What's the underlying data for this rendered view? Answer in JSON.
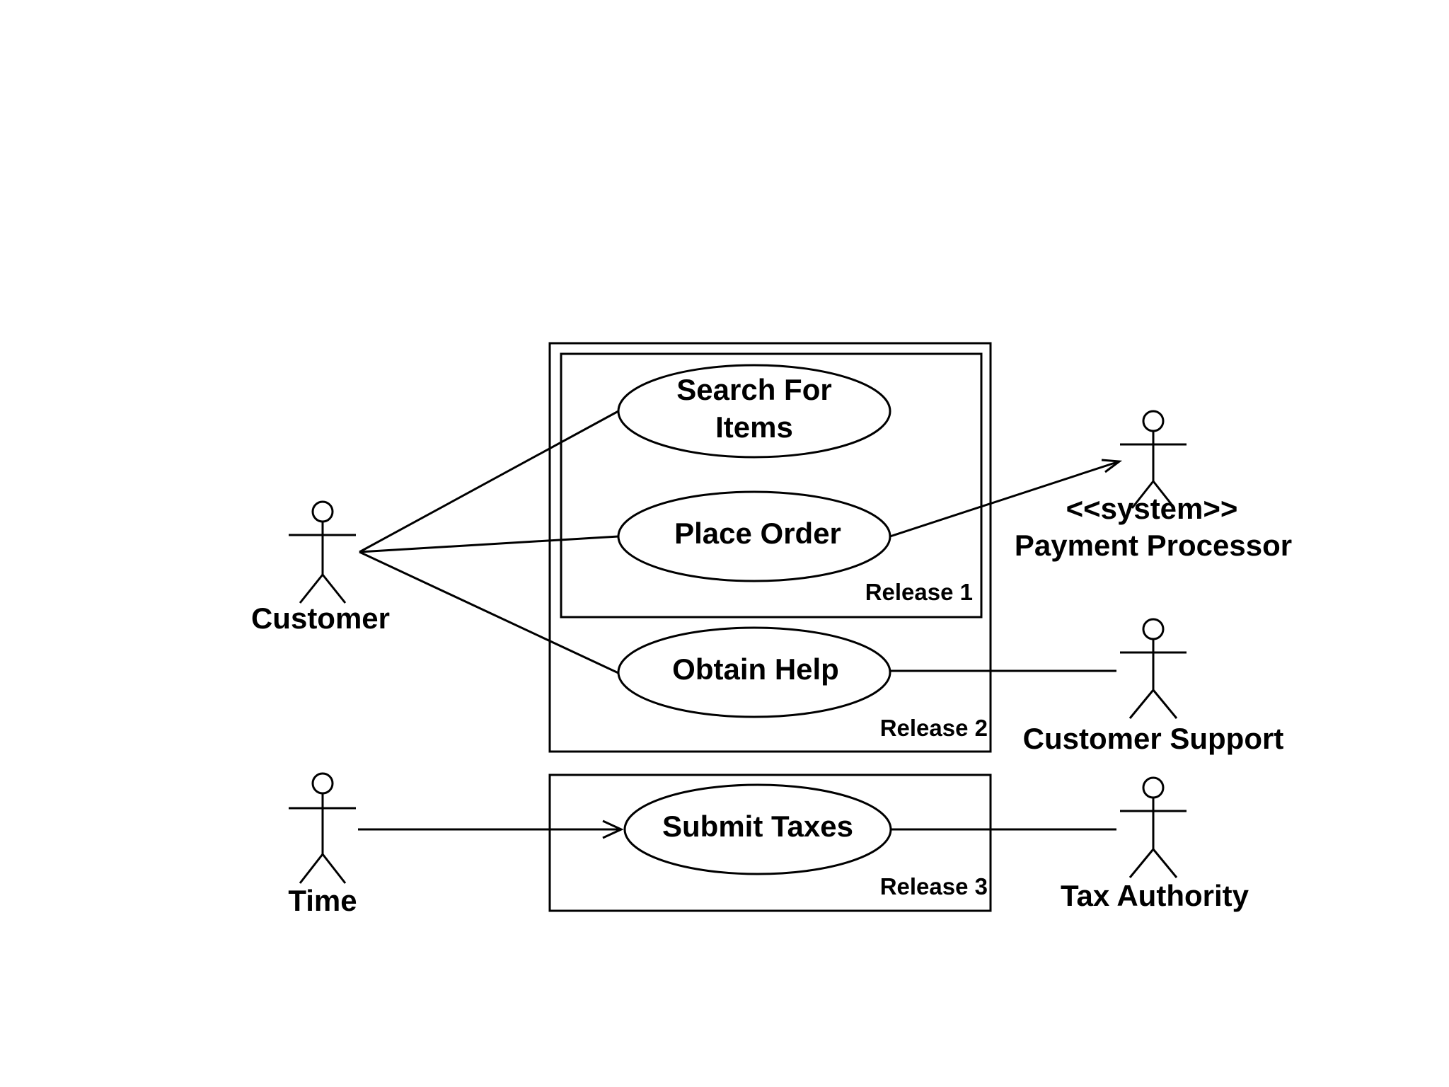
{
  "actors": {
    "customer": "Customer",
    "payment_stereotype": "<<system>>",
    "payment_processor": "Payment Processor",
    "customer_support": "Customer Support",
    "time": "Time",
    "tax_authority": "Tax Authority"
  },
  "use_cases": {
    "search_line1": "Search For",
    "search_line2": "Items",
    "place_order": "Place Order",
    "obtain_help": "Obtain Help",
    "submit_taxes": "Submit Taxes"
  },
  "releases": {
    "r1": "Release 1",
    "r2": "Release 2",
    "r3": "Release 3"
  },
  "colors": {
    "line": "#000000",
    "background": "#ffffff"
  }
}
